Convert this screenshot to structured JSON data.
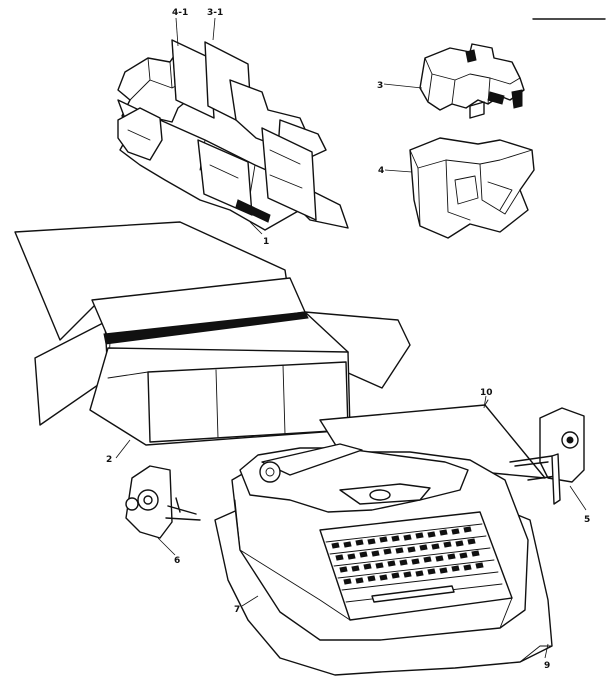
{
  "callouts": {
    "c_4_1": "4-1",
    "c_3_1": "3-1",
    "c_3": "3",
    "c_4": "4",
    "c_1": "1",
    "c_10": "10",
    "c_2": "2",
    "c_5": "5",
    "c_6": "6",
    "c_7": "7",
    "c_9": "9"
  },
  "icons": [
    "foam-insert-left-icon",
    "foam-insert-right-icon",
    "carton-box-icon",
    "typewriter-icon",
    "spool-bracket-icon",
    "plastic-bag-icon",
    "paper-sheet-icon"
  ]
}
